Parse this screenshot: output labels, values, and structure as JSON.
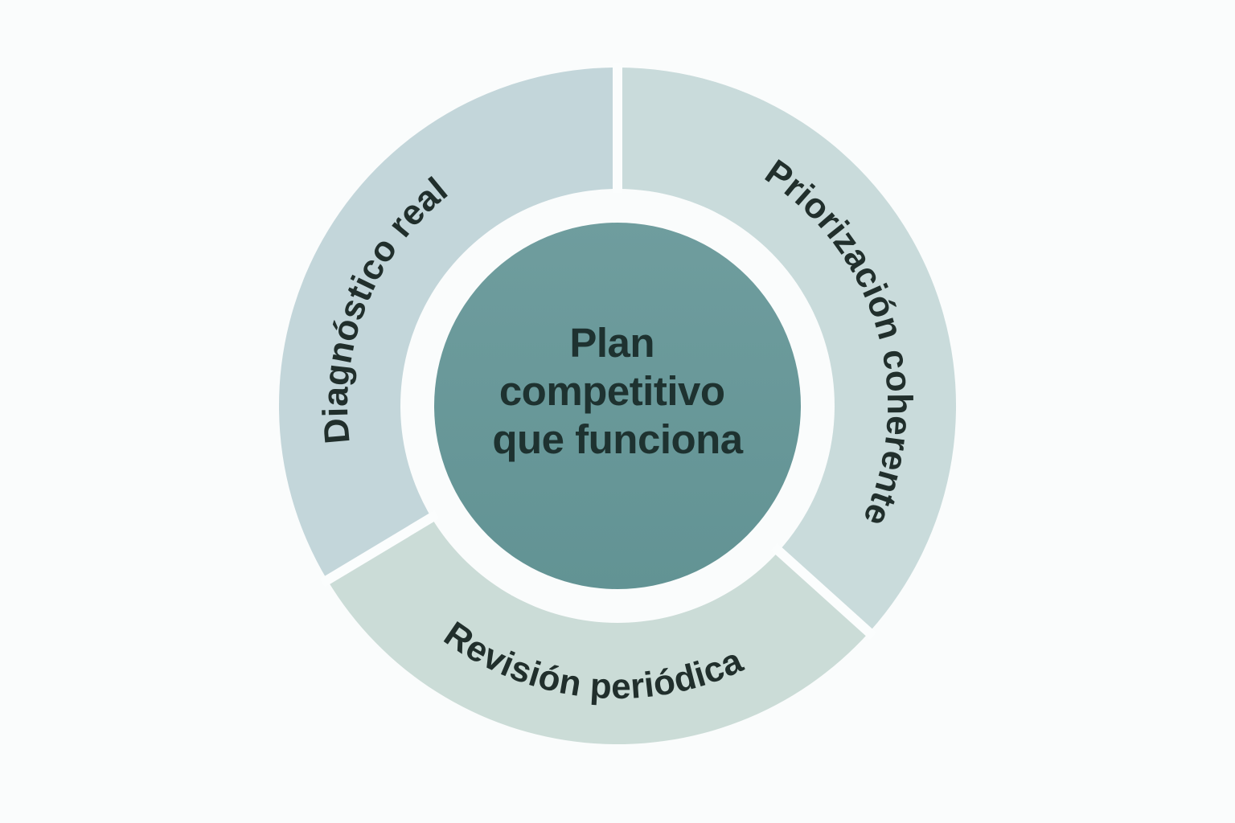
{
  "colors": {
    "background": "#fafcfc",
    "divider": "#fbfdfd",
    "center_circle_top": "#6f9d9e",
    "center_circle_bottom": "#629394",
    "center_text": "#1e3230",
    "segment_label_text": "#212f2c"
  },
  "diagram": {
    "type": "circular-cycle",
    "center": {
      "title": "Plan competitivo que funciona",
      "lines": [
        "Plan",
        "competitivo",
        "que funciona"
      ]
    },
    "segments": [
      {
        "id": "diagnostico-real",
        "label": "Diagnóstico real",
        "fill": "#c3d6da"
      },
      {
        "id": "priorizacion-coherente",
        "label": "Priorización coherente",
        "fill": "#c9dbdb"
      },
      {
        "id": "revision-periodica",
        "label": "Revisión periódica",
        "fill": "#cbdcd7"
      }
    ]
  }
}
